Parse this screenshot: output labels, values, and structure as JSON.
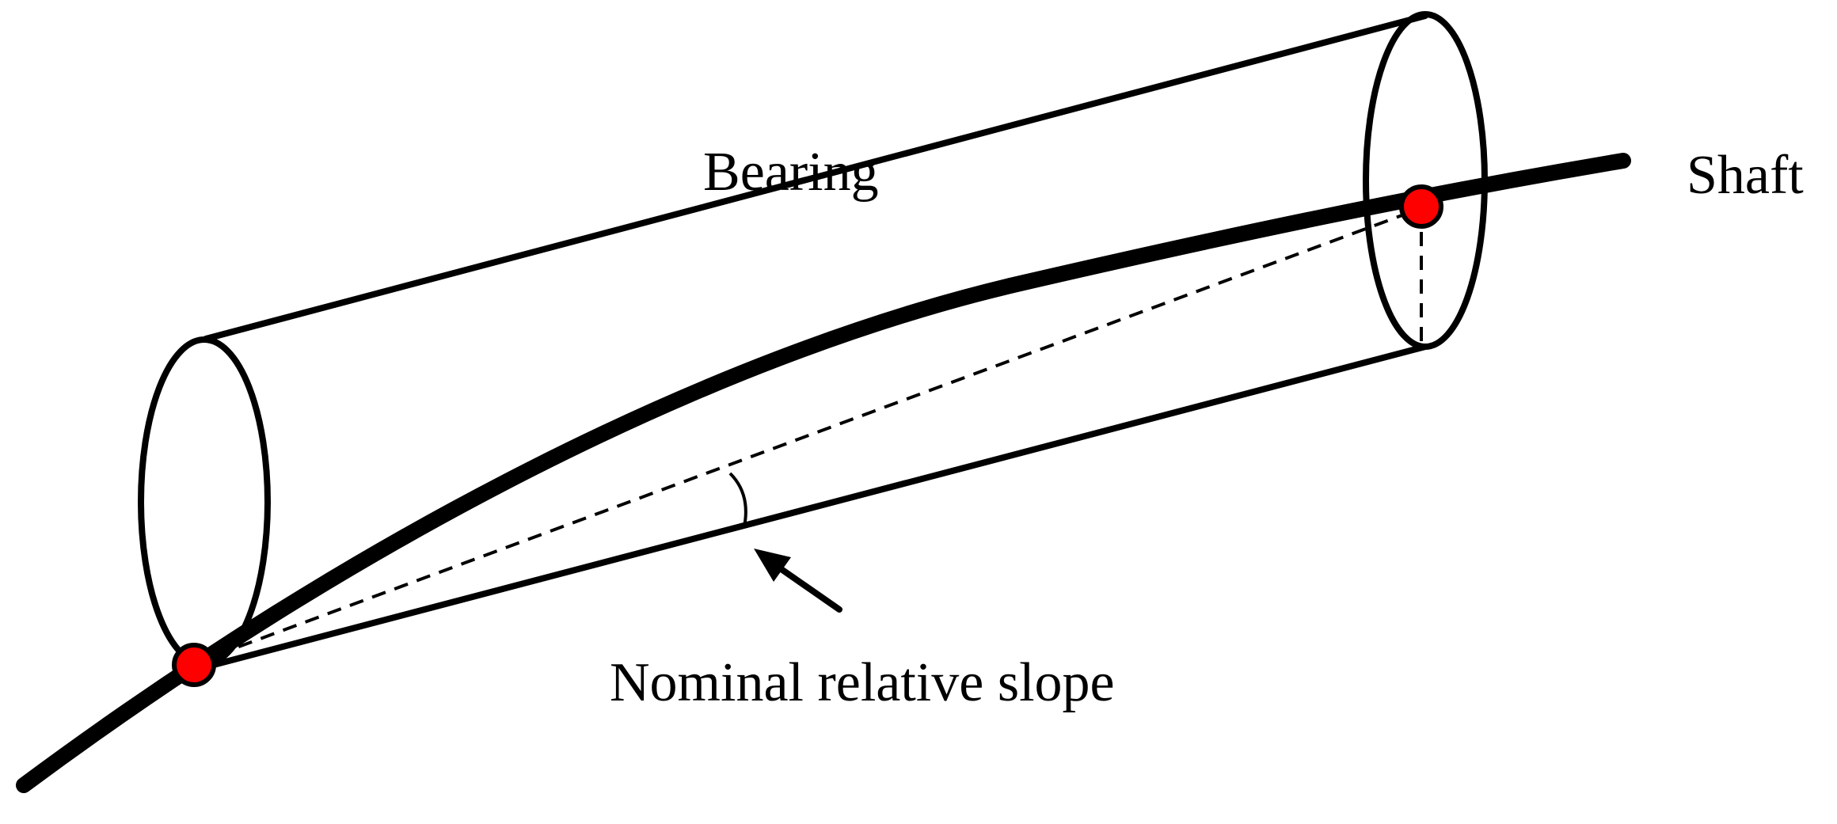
{
  "labels": {
    "bearing": "Bearing",
    "shaft": "Shaft",
    "slope": "Nominal relative slope"
  },
  "colors": {
    "line": "#000000",
    "contact_point": "#ff0000",
    "background": "#ffffff"
  }
}
